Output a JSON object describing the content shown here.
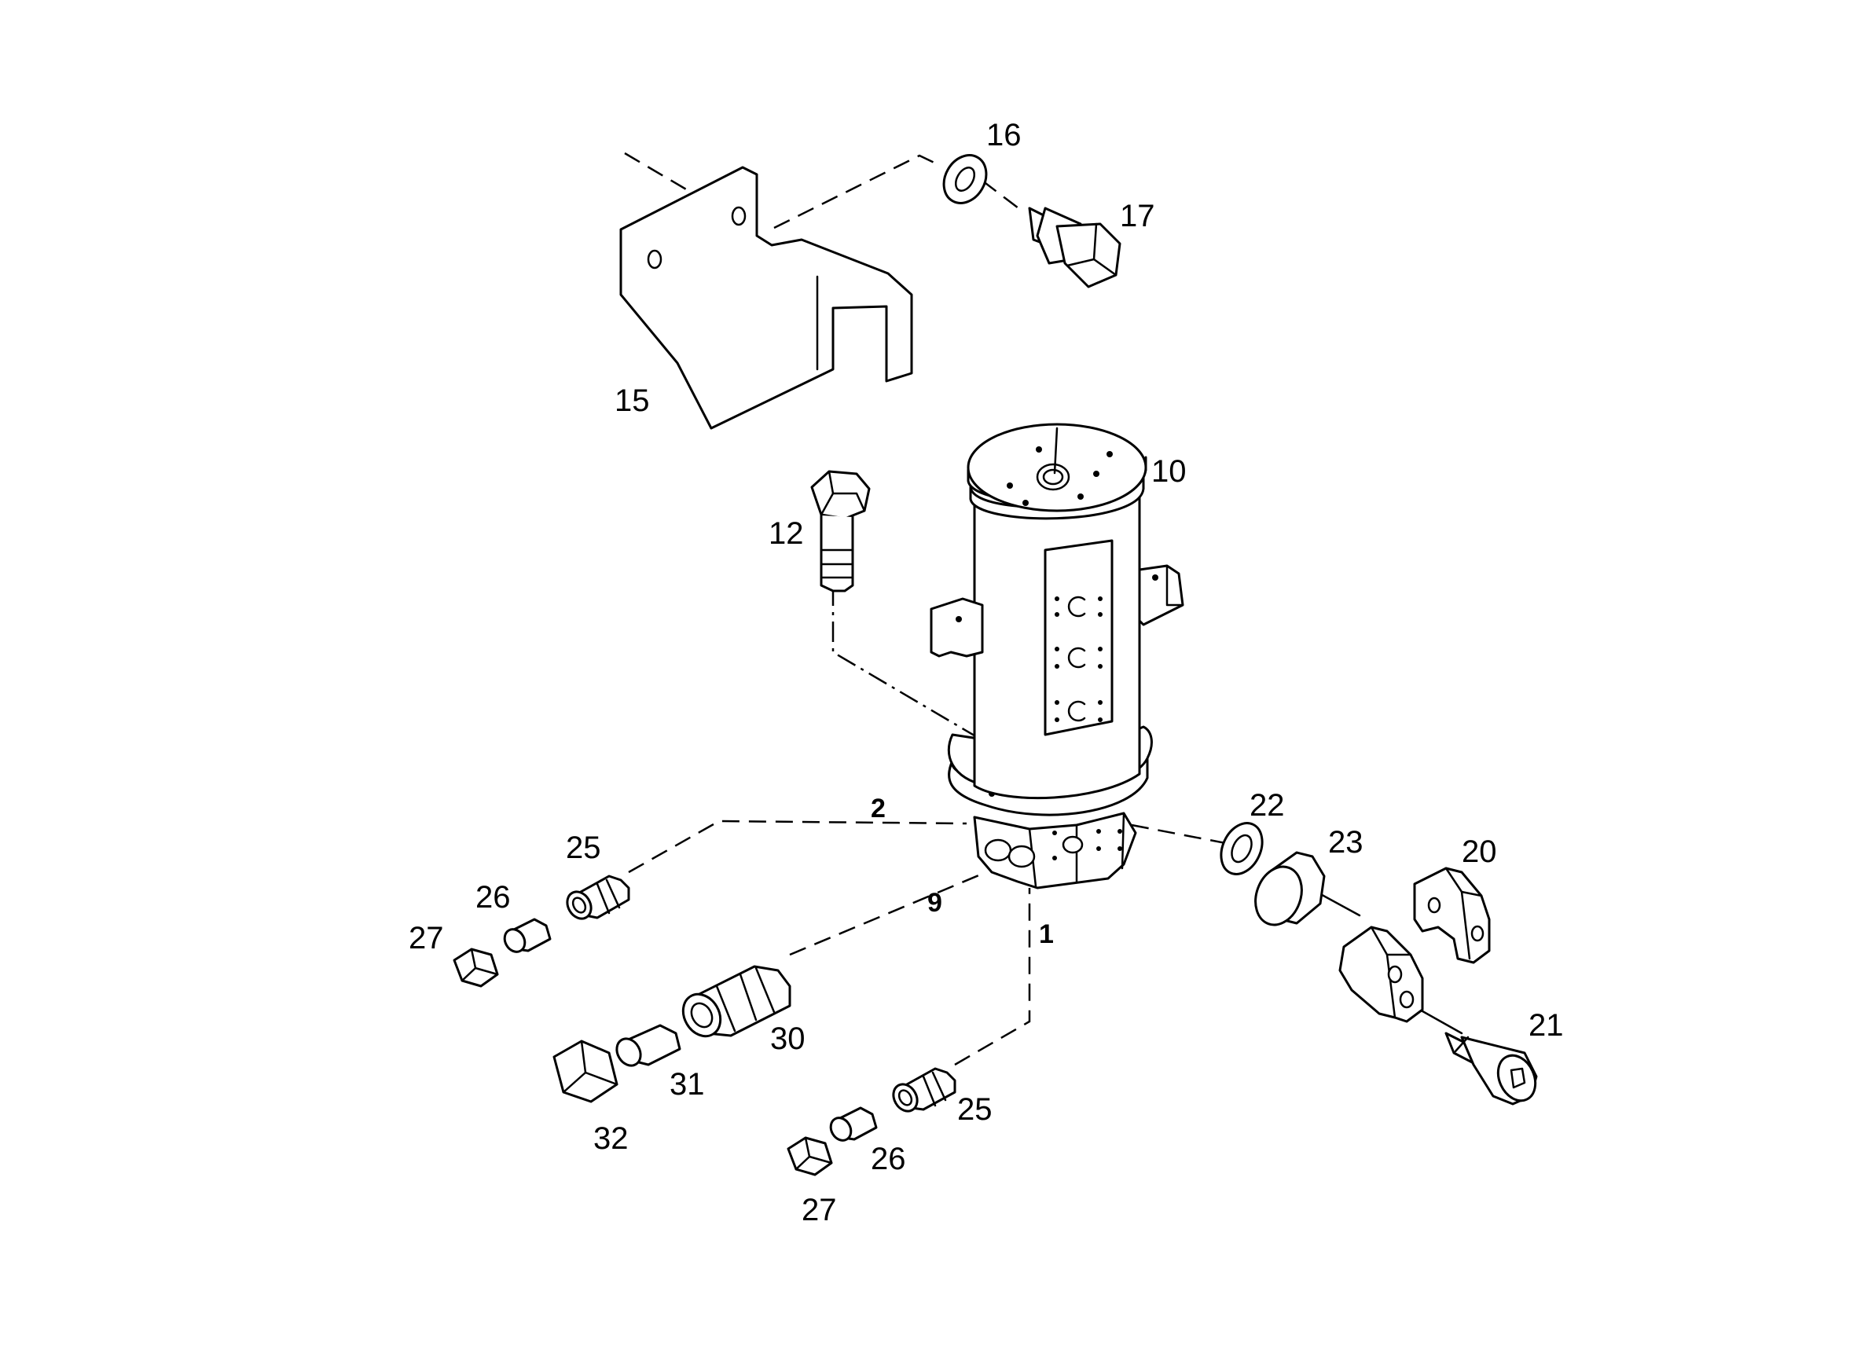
{
  "diagram": {
    "callouts": {
      "c1": "1",
      "c2": "2",
      "c9": "9",
      "c10": "10",
      "c12": "12",
      "c15": "15",
      "c16": "16",
      "c17": "17",
      "c20": "20",
      "c21": "21",
      "c22": "22",
      "c23": "23",
      "c25a": "25",
      "c25b": "25",
      "c26a": "26",
      "c26b": "26",
      "c27a": "27",
      "c27b": "27",
      "c30": "30",
      "c31": "31",
      "c32": "32"
    }
  }
}
